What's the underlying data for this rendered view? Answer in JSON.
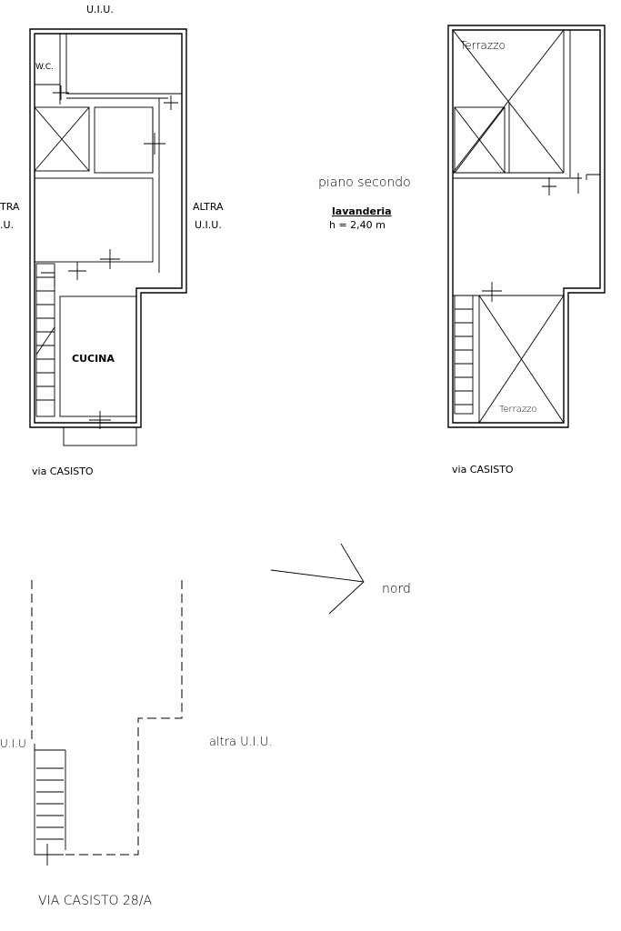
{
  "labels": {
    "uiu_top": "U.I.U.",
    "wc": "W.C.",
    "altra_left": "TRA",
    "uiu_left": ".U.",
    "altra_right": "ALTRA",
    "uiu_right": "U.I.U.",
    "cucina": "CUCINA",
    "via_left": "via CASISTO",
    "terrazzo_top": "Terrazzo",
    "piano_secondo": "piano secondo",
    "lavanderia": "lavanderia",
    "height": "h = 2,40 m",
    "terrazzo_bottom": "Terrazzo",
    "via_right": "via CASISTO",
    "nord": "nord",
    "uiu_bottom_left": "U.I.U",
    "altra_uiu_bottom": "altra U.I.U.",
    "via_bottom": "VIA CASISTO 28/A"
  }
}
